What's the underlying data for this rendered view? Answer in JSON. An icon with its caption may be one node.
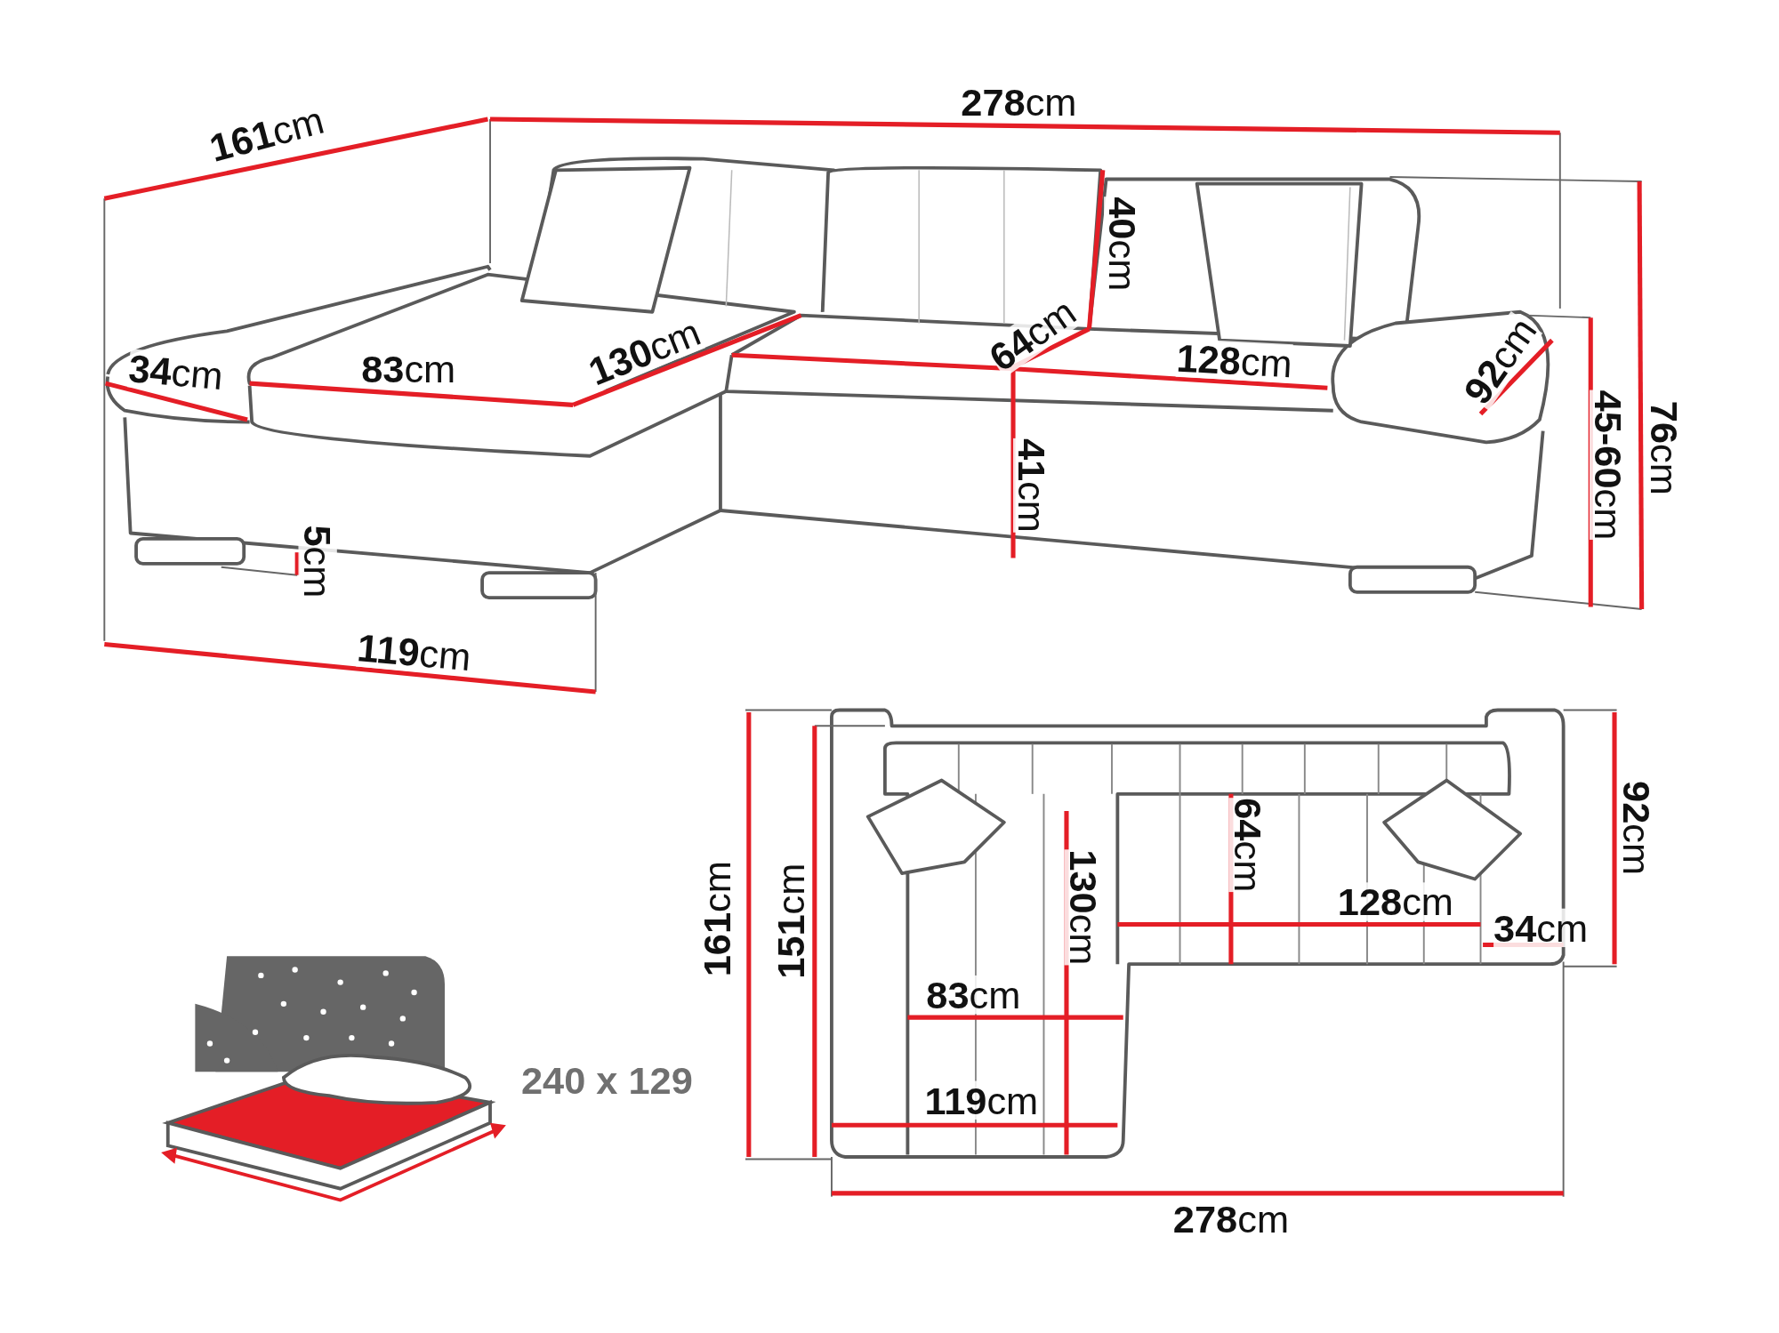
{
  "diagram": {
    "labels": [
      "**278**cm",
      "**161**cm",
      "**40**cm",
      "**64**cm",
      "**34**cm",
      "**83**cm",
      "**130**cm",
      "**128**cm",
      "**92**cm",
      "**45-60**cm",
      "**76**cm",
      "**41**cm",
      "**5**cm",
      "**119**cm",
      "**92**cm",
      "**64**cm",
      "**130**cm",
      "**128**cm",
      "**161**cm",
      "**151**cm",
      "**34**cm",
      "**83**cm",
      "240 x 129",
      "**119**cm",
      "**278**cm"
    ]
  }
}
